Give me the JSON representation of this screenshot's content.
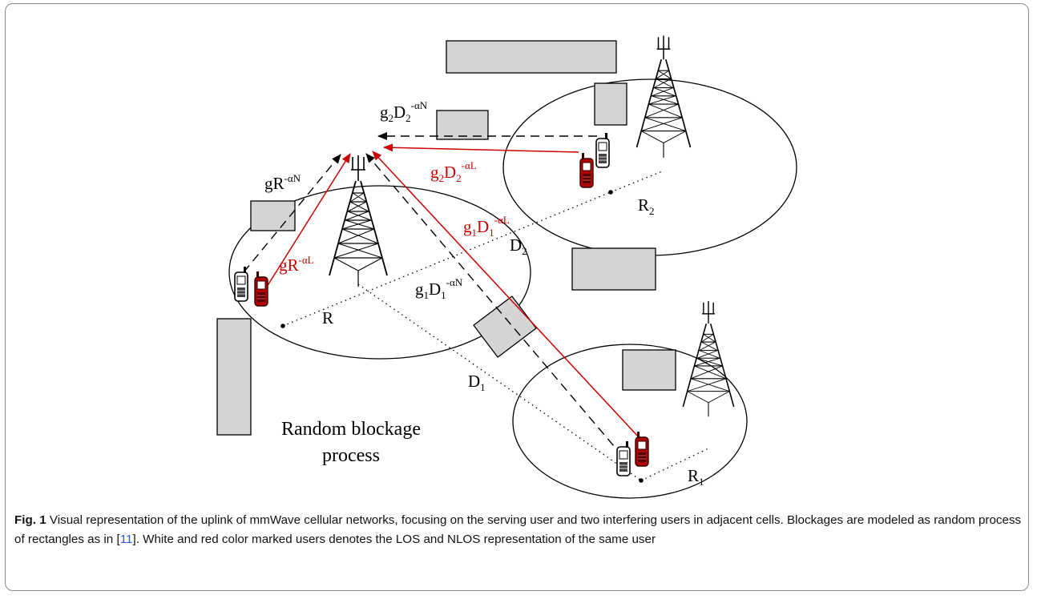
{
  "diagram": {
    "labels": {
      "gR_aN": {
        "base": "gR",
        "sup": "-αN"
      },
      "gR_aL": {
        "base": "gR",
        "sup": "-αL"
      },
      "g2D2_aN": {
        "g": "g",
        "gsub": "2",
        "d": "D",
        "dsub": "2",
        "sup": "-αN"
      },
      "g2D2_aL": {
        "g": "g",
        "gsub": "2",
        "d": "D",
        "dsub": "2",
        "sup": "-αL"
      },
      "g1D1_aL": {
        "g": "g",
        "gsub": "1",
        "d": "D",
        "dsub": "1",
        "sup": "-αL"
      },
      "g1D1_aN": {
        "g": "g",
        "gsub": "1",
        "d": "D",
        "dsub": "1",
        "sup": "-αN"
      },
      "D2": {
        "base": "D",
        "sub": "2"
      },
      "D1": {
        "base": "D",
        "sub": "1"
      },
      "R": "R",
      "R2": {
        "base": "R",
        "sub": "2"
      },
      "R1": {
        "base": "R",
        "sub": "1"
      },
      "blockage_line1": "Random blockage",
      "blockage_line2": "process"
    },
    "colors": {
      "los_link": "#cc0000",
      "nlos_link": "#000000",
      "blockage_fill": "#d4d4d4",
      "blockage_stroke": "#000000",
      "cell_stroke": "#000000"
    }
  },
  "caption": {
    "fig_label": "Fig. 1",
    "text_before_ref": " Visual representation of the uplink of mmWave cellular networks, focusing on the serving user and two interfering users in adjacent cells. Blockages are modeled as random process of rectangles as in [",
    "ref": "11",
    "text_after_ref": "]. White and red color marked users denotes the LOS and NLOS representation of the same user"
  }
}
